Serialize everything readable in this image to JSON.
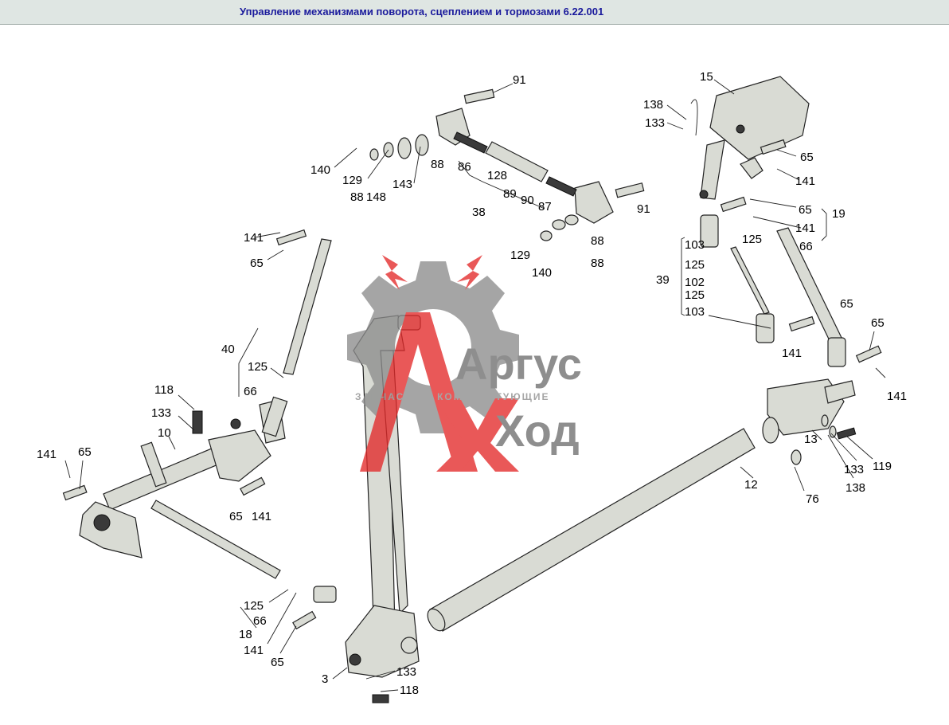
{
  "title": "Управление механизмами поворота, сцеплением и тормозами 6.22.001",
  "watermark": {
    "line1": "Аргус",
    "line2": "Ход",
    "tagline": "ЗАПЧАСТИ & КОМПЛЕКТУЮЩИЕ",
    "accent": "#e32a2a",
    "gear": "#8d8d8d"
  },
  "labels": [
    {
      "id": "l91a",
      "text": "91"
    },
    {
      "id": "l15",
      "text": "15"
    },
    {
      "id": "l138a",
      "text": "138"
    },
    {
      "id": "l133a",
      "text": "133"
    },
    {
      "id": "l140a",
      "text": "140"
    },
    {
      "id": "l129a",
      "text": "129"
    },
    {
      "id": "l88a",
      "text": "88"
    },
    {
      "id": "l148",
      "text": "148"
    },
    {
      "id": "l143",
      "text": "143"
    },
    {
      "id": "l88b",
      "text": "88"
    },
    {
      "id": "l86",
      "text": "86"
    },
    {
      "id": "l128",
      "text": "128"
    },
    {
      "id": "l89",
      "text": "89"
    },
    {
      "id": "l90",
      "text": "90"
    },
    {
      "id": "l87",
      "text": "87"
    },
    {
      "id": "l91b",
      "text": "91"
    },
    {
      "id": "l38",
      "text": "38"
    },
    {
      "id": "l65a",
      "text": "65"
    },
    {
      "id": "l141a",
      "text": "141"
    },
    {
      "id": "l65b",
      "text": "65"
    },
    {
      "id": "l19",
      "text": "19"
    },
    {
      "id": "l141b",
      "text": "141"
    },
    {
      "id": "l125a",
      "text": "125"
    },
    {
      "id": "l66a",
      "text": "66"
    },
    {
      "id": "l141c",
      "text": "141"
    },
    {
      "id": "l65c",
      "text": "65"
    },
    {
      "id": "l129b",
      "text": "129"
    },
    {
      "id": "l88c",
      "text": "88"
    },
    {
      "id": "l88d",
      "text": "88"
    },
    {
      "id": "l140b",
      "text": "140"
    },
    {
      "id": "l103a",
      "text": "103"
    },
    {
      "id": "l125b",
      "text": "125"
    },
    {
      "id": "l39",
      "text": "39"
    },
    {
      "id": "l102",
      "text": "102"
    },
    {
      "id": "l125c",
      "text": "125"
    },
    {
      "id": "l103b",
      "text": "103"
    },
    {
      "id": "l65d",
      "text": "65"
    },
    {
      "id": "l141d",
      "text": "141"
    },
    {
      "id": "l65e",
      "text": "65"
    },
    {
      "id": "l141e",
      "text": "141"
    },
    {
      "id": "l40",
      "text": "40"
    },
    {
      "id": "l125d",
      "text": "125"
    },
    {
      "id": "l66b",
      "text": "66"
    },
    {
      "id": "l118a",
      "text": "118"
    },
    {
      "id": "l133b",
      "text": "133"
    },
    {
      "id": "l10",
      "text": "10"
    },
    {
      "id": "l141f",
      "text": "141"
    },
    {
      "id": "l65f",
      "text": "65"
    },
    {
      "id": "l65g",
      "text": "65"
    },
    {
      "id": "l141g",
      "text": "141"
    },
    {
      "id": "l13",
      "text": "13"
    },
    {
      "id": "l133c",
      "text": "133"
    },
    {
      "id": "l119",
      "text": "119"
    },
    {
      "id": "l12",
      "text": "12"
    },
    {
      "id": "l138b",
      "text": "138"
    },
    {
      "id": "l76",
      "text": "76"
    },
    {
      "id": "l125e",
      "text": "125"
    },
    {
      "id": "l66c",
      "text": "66"
    },
    {
      "id": "l18",
      "text": "18"
    },
    {
      "id": "l141h",
      "text": "141"
    },
    {
      "id": "l65h",
      "text": "65"
    },
    {
      "id": "l3",
      "text": "3"
    },
    {
      "id": "l133d",
      "text": "133"
    },
    {
      "id": "l118b",
      "text": "118"
    }
  ]
}
